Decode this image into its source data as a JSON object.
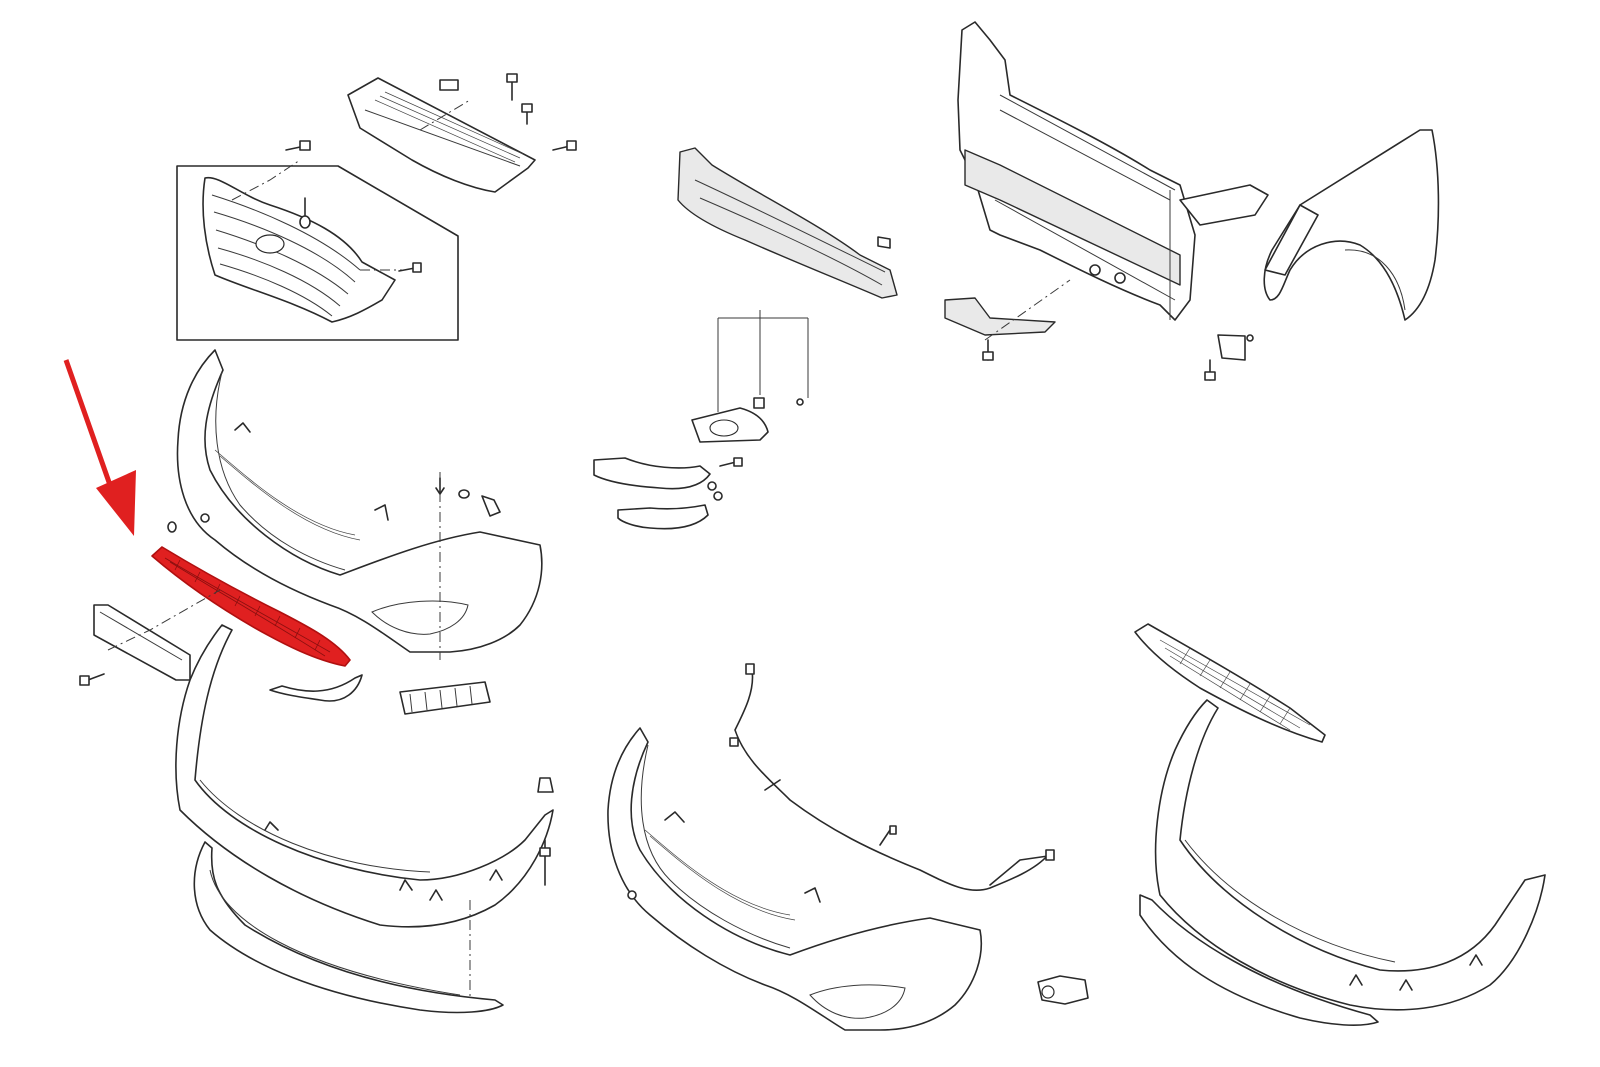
{
  "diagram": {
    "type": "exploded-parts-view",
    "highlight_color": "#e02020",
    "line_color": "#2a2a2a",
    "highlighted_part": "lower-bumper-grille",
    "parts": [
      "radiator-grille",
      "grille-upper-cover",
      "front-bumper-cover",
      "lower-bumper-grille",
      "license-plate-bracket",
      "bumper-lower-lip",
      "skid-plate",
      "bumper-absorber-beam",
      "fog-lamp-assembly",
      "fog-lamp-bezel",
      "front-end-module-carrier",
      "front-fender",
      "bumper-cover-with-sensors",
      "parking-sensor-harness",
      "parking-sensor",
      "alternate-lower-grille",
      "alternate-lower-lip"
    ]
  }
}
